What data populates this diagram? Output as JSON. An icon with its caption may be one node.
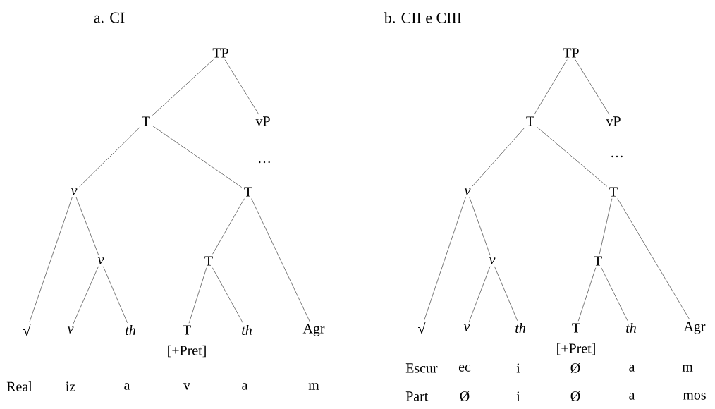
{
  "diagram": {
    "nodes": [
      {
        "text": [
          "TP"
        ]
      },
      {
        "text": [
          "T"
        ]
      },
      {
        "text": [
          "vP"
        ]
      },
      {
        "text": [
          "v"
        ]
      },
      {
        "text": [
          "T"
        ]
      },
      {
        "text": [
          "v"
        ]
      },
      {
        "text": [
          "T"
        ]
      },
      {
        "text": [
          "√"
        ]
      },
      {
        "text": [
          "v"
        ]
      },
      {
        "text": [
          "th"
        ]
      },
      {
        "text": [
          "T"
        ],
        "beside": [
          "[+Pret]"
        ]
      },
      {
        "text": [
          "th"
        ]
      },
      {
        "text": [
          "Agr"
        ]
      },
      {
        "text": [
          "TP"
        ]
      },
      {
        "text": [
          "T"
        ]
      },
      {
        "text": [
          "vP"
        ]
      },
      {
        "text": [
          "v"
        ]
      },
      {
        "text": [
          "T"
        ]
      },
      {
        "text": [
          "v"
        ]
      },
      {
        "text": [
          "T"
        ]
      },
      {
        "text": [
          "√"
        ]
      },
      {
        "text": [
          "v"
        ]
      },
      {
        "text": [
          "th"
        ]
      },
      {
        "text": [
          "T"
        ],
        "beside": [
          "[+Pret]"
        ]
      },
      {
        "text": [
          "th"
        ]
      },
      {
        "text": [
          "Agr"
        ]
      }
    ],
    "edges": [
      {
        "from": 0,
        "to": 1,
        "arrow": "none"
      },
      {
        "from": 0,
        "to": 2,
        "arrow": "none"
      },
      {
        "from": 1,
        "to": 3,
        "arrow": "none"
      },
      {
        "from": 1,
        "to": 4,
        "arrow": "none"
      },
      {
        "from": 3,
        "to": 7,
        "arrow": "none"
      },
      {
        "from": 3,
        "to": 5,
        "arrow": "none"
      },
      {
        "from": 5,
        "to": 8,
        "arrow": "none"
      },
      {
        "from": 5,
        "to": 9,
        "arrow": "none"
      },
      {
        "from": 4,
        "to": 6,
        "arrow": "none"
      },
      {
        "from": 4,
        "to": 12,
        "arrow": "none"
      },
      {
        "from": 6,
        "to": 10,
        "arrow": "none"
      },
      {
        "from": 6,
        "to": 11,
        "arrow": "none"
      },
      {
        "from": 13,
        "to": 14,
        "arrow": "none"
      },
      {
        "from": 13,
        "to": 15,
        "arrow": "none"
      },
      {
        "from": 14,
        "to": 16,
        "arrow": "none"
      },
      {
        "from": 14,
        "to": 17,
        "arrow": "none"
      },
      {
        "from": 16,
        "to": 20,
        "arrow": "none"
      },
      {
        "from": 16,
        "to": 18,
        "arrow": "none"
      },
      {
        "from": 18,
        "to": 21,
        "arrow": "none"
      },
      {
        "from": 18,
        "to": 22,
        "arrow": "none"
      },
      {
        "from": 17,
        "to": 19,
        "arrow": "none"
      },
      {
        "from": 17,
        "to": 25,
        "arrow": "none"
      },
      {
        "from": 19,
        "to": 23,
        "arrow": "none"
      },
      {
        "from": 19,
        "to": 24,
        "arrow": "none"
      }
    ],
    "labels": [
      "a. CI",
      "b. CII e CIII",
      "…",
      "…",
      "Escur",
      "ec",
      "i",
      "Ø",
      "a",
      "m",
      "Real",
      "iz",
      "a",
      "v",
      "a",
      "m",
      "Part",
      "Ø",
      "i",
      "Ø",
      "a",
      "mos"
    ]
  }
}
